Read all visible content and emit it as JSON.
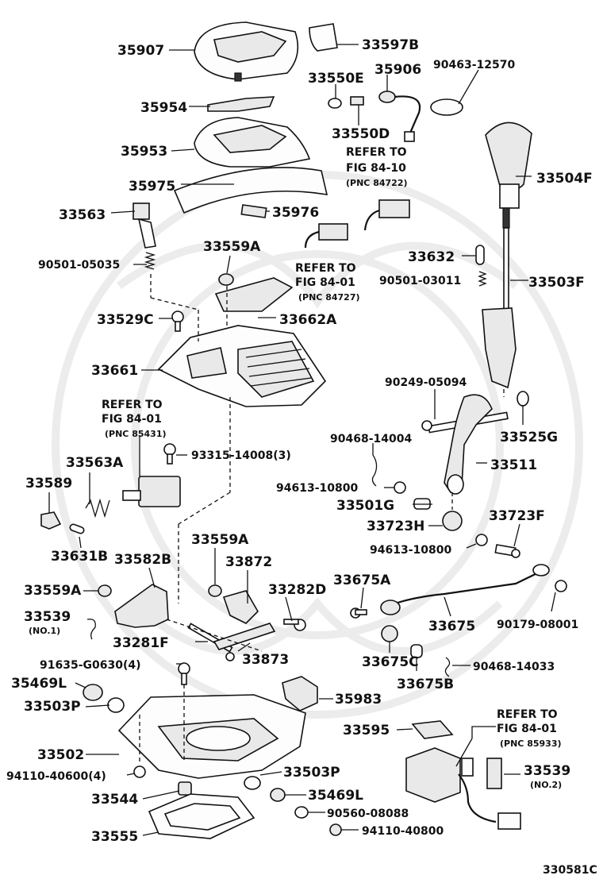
{
  "labels": {
    "p35907": "35907",
    "p33597b": "33597B",
    "p33550e": "33550E",
    "p35906": "35906",
    "p90463": "90463-12570",
    "p35954": "35954",
    "p33550d": "33550D",
    "p35953": "35953",
    "p33504f": "33504F",
    "p35975": "35975",
    "p35976": "35976",
    "p33563": "33563",
    "p33559a_top": "33559A",
    "p33632": "33632",
    "p90501_05035": "90501-05035",
    "p90501_03011": "90501-03011",
    "p33503f": "33503F",
    "p33529c": "33529C",
    "p33662a": "33662A",
    "p33661": "33661",
    "p90249": "90249-05094",
    "p33525g": "33525G",
    "p90468_14004": "90468-14004",
    "p93315": "93315-14008(3)",
    "p33511": "33511",
    "p33563a": "33563A",
    "p33589": "33589",
    "p94613_a": "94613-10800",
    "p33501g": "33501G",
    "p33723h": "33723H",
    "p33723f": "33723F",
    "p94613_b": "94613-10800",
    "p33631b": "33631B",
    "p33559a_mid": "33559A",
    "p33582b": "33582B",
    "p33872": "33872",
    "p33675a": "33675A",
    "p33559a_left": "33559A",
    "p33282d": "33282D",
    "p33675": "33675",
    "p90179": "90179-08001",
    "p33539_1": "33539",
    "p33539_1_note": "(NO.1)",
    "p33281f": "33281F",
    "p33873": "33873",
    "p33675c": "33675C",
    "p90468_14033": "90468-14033",
    "p91635": "91635-G0630(4)",
    "p33675b": "33675B",
    "p35469l_top": "35469L",
    "p35983": "35983",
    "p33503p_top": "33503P",
    "p33595": "33595",
    "p33502": "33502",
    "p94110_40600": "94110-40600(4)",
    "p33503p_bot": "33503P",
    "p33539_2": "33539",
    "p33539_2_note": "(NO.2)",
    "p33544": "33544",
    "p35469l_bot": "35469L",
    "p90560": "90560-08088",
    "p33555": "33555",
    "p94110_40800": "94110-40800"
  },
  "references": [
    {
      "line1": "REFER TO",
      "line2": "FIG 84-10",
      "line3": "(PNC 84722)"
    },
    {
      "line1": "REFER TO",
      "line2": "FIG 84-01",
      "line3": "(PNC 84727)"
    },
    {
      "line1": "REFER TO",
      "line2": "FIG 84-01",
      "line3": "(PNC 85431)"
    },
    {
      "line1": "REFER TO",
      "line2": "FIG 84-01",
      "line3": "(PNC 85933)"
    }
  ],
  "figure_code": "330581C"
}
